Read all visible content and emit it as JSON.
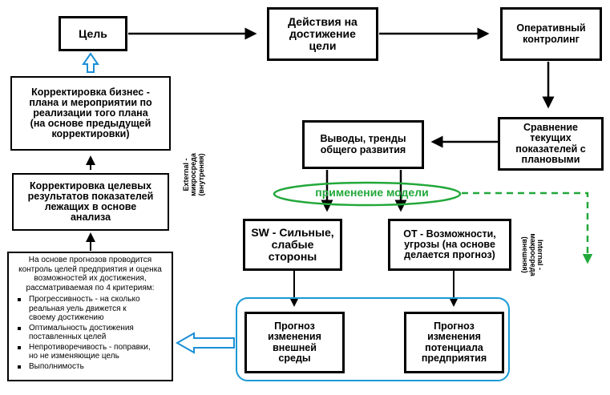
{
  "boxes": {
    "goal": "Цель",
    "actions": "Действия на\nдостижение\nцели",
    "controlling": "Оперативный\nконтролинг",
    "comparison": "Сравнение\nтекущих\nпоказателей с\nплановыми",
    "conclusions": "Выводы, тренды\nобщего  развития",
    "business_plan": "Корректировка бизнес -\nплана и мероприятии по\nреализации того плана\n(на основе предыдущей\nкорректировки)",
    "target_results": "Корректировка целевых\nрезультатов показателей\nлежащих в основе\nанализа",
    "sw": "SW - Сильные,\nслабые\nстороны",
    "ot": "ОТ - Возможности,\nугрозы (на основе\nделается прогноз)",
    "external_forecast": "Прогноз\nизменения\nвнешней\nсреды",
    "internal_forecast": "Прогноз\nизменения\nпотенциала\nпредприятия"
  },
  "criteria": {
    "intro": "На основе прогнозов проводится\nконтроль целей предприятия и оценка\nвозможностей их достижения,\nрассматриваемая по 4 критериям:",
    "items": [
      "Прогрессивность - на сколько\nреальная уель движется к\nсвоему достижению",
      "Оптимальность достижения\nпоставленных целей",
      "Непротиворечивость - поправки,\nно не изменяющие цель",
      "Выполнимость"
    ]
  },
  "labels": {
    "external": "External -\nмикросреда\n(внутреняя)",
    "internal": "Internal -\nмакросреда\n(внешняя)",
    "model": "применение модели"
  },
  "colors": {
    "line": "#000000",
    "model": "#22a83a",
    "hollow_arrow": "#1a8fd6",
    "group_border": "#1a9ad6"
  }
}
